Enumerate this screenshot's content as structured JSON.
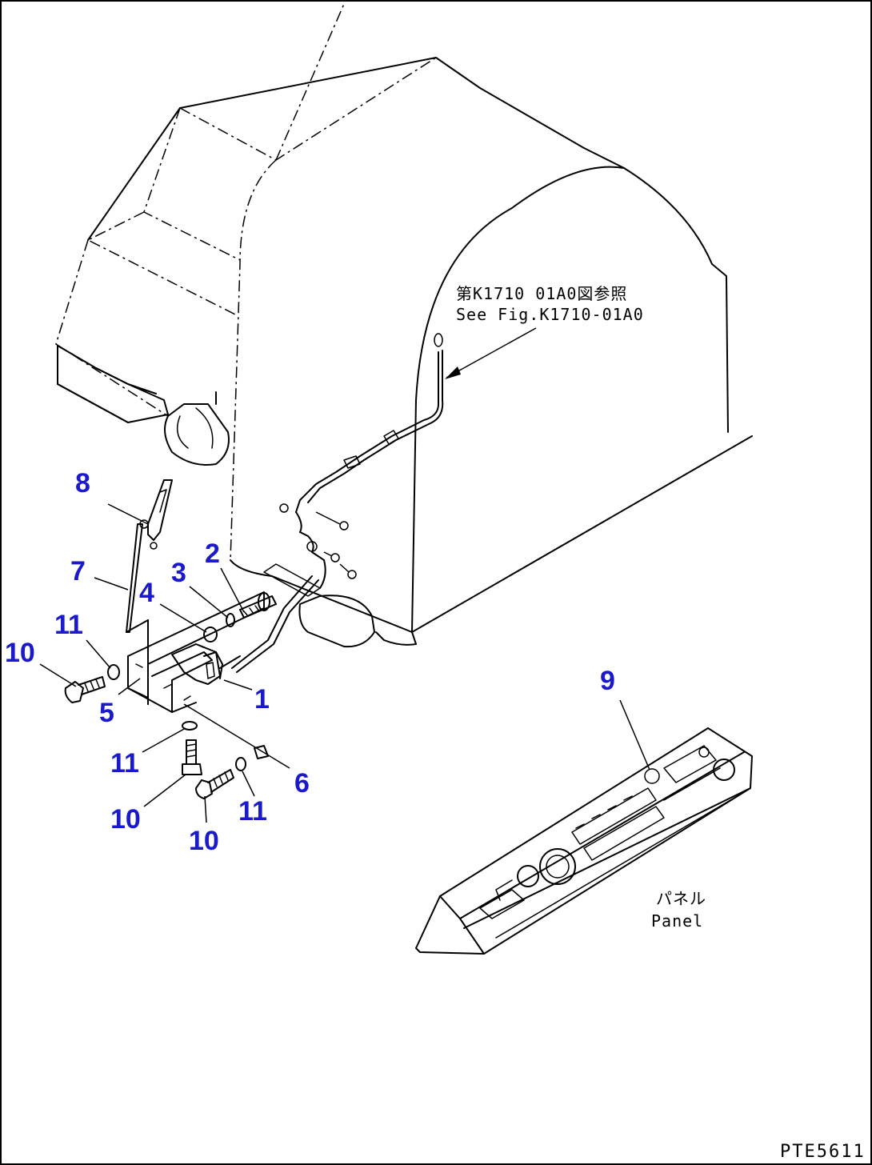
{
  "drawing": {
    "code": "PTE5611",
    "reference_note": {
      "jp": "第K1710 01A0図参照",
      "en": "See Fig.K1710-01A0"
    },
    "panel_label": {
      "jp": "パネル",
      "en": "Panel"
    }
  },
  "callouts": {
    "p1": "1",
    "p2": "2",
    "p3": "3",
    "p4": "4",
    "p5": "5",
    "p6": "6",
    "p7": "7",
    "p8": "8",
    "p9": "9",
    "p10a": "10",
    "p10b": "10",
    "p10c": "10",
    "p11a": "11",
    "p11b": "11",
    "p11c": "11"
  },
  "colors": {
    "callout": "#1a1acc",
    "line": "#000000",
    "background": "#ffffff"
  }
}
